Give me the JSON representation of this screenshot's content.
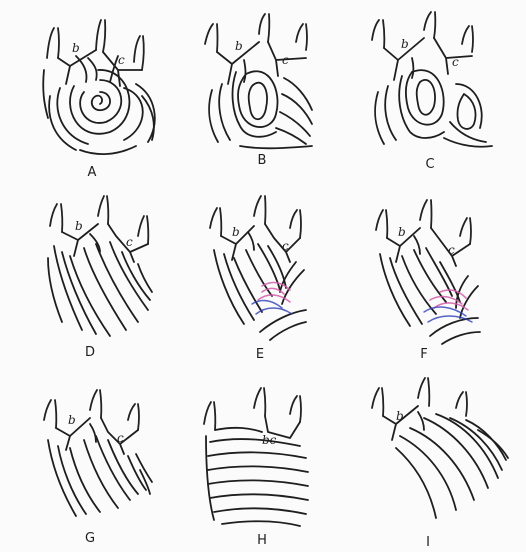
{
  "plates": [
    {
      "label": "A",
      "triradii": [
        "b",
        "c"
      ]
    },
    {
      "label": "B",
      "triradii": [
        "b",
        "c"
      ]
    },
    {
      "label": "C",
      "triradii": [
        "b",
        "c"
      ]
    },
    {
      "label": "D",
      "triradii": [
        "b",
        "c"
      ]
    },
    {
      "label": "E",
      "triradii": [
        "b",
        "c"
      ]
    },
    {
      "label": "F",
      "triradii": [
        "b",
        "c"
      ]
    },
    {
      "label": "G",
      "triradii": [
        "b",
        "c"
      ]
    },
    {
      "label": "H",
      "triradii": [
        "bc"
      ]
    },
    {
      "label": "I",
      "triradii": [
        "b"
      ]
    }
  ],
  "colors": {
    "ink": "#1e1e1e",
    "highlight_pink": "#d25aa8",
    "highlight_blue": "#2c3fb8",
    "paper": "#fbfbfb"
  }
}
